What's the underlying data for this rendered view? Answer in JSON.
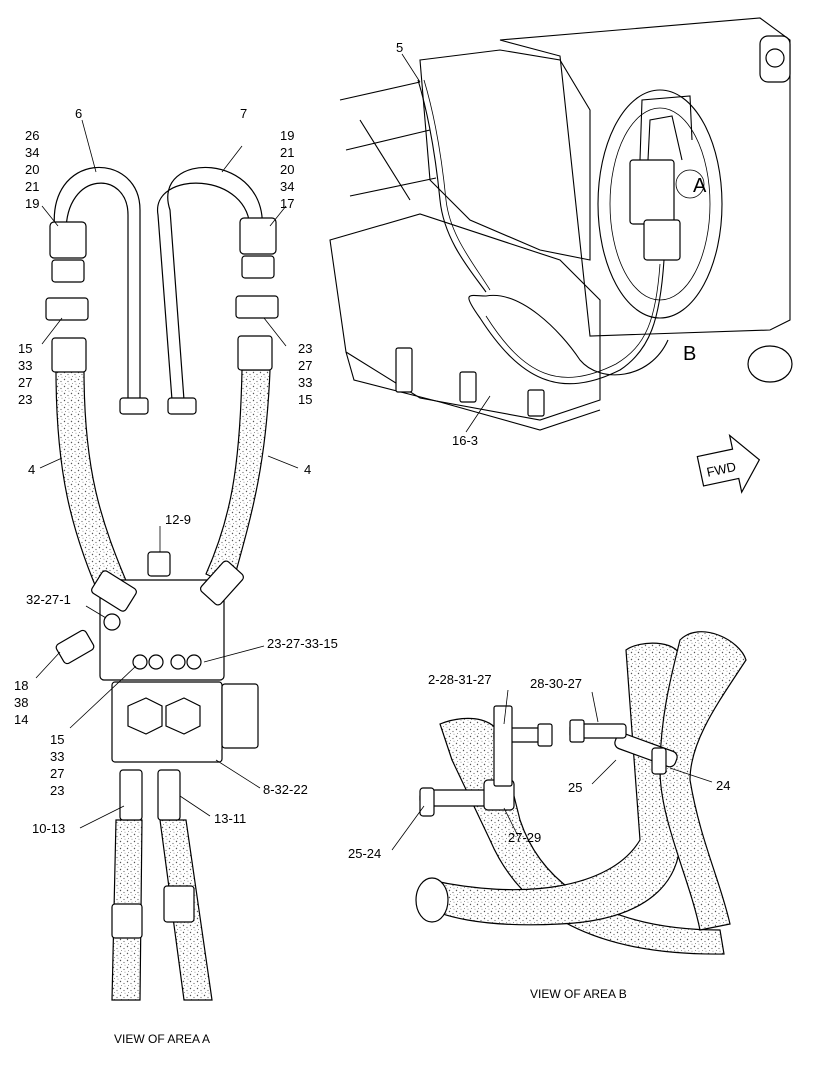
{
  "view_a": {
    "caption": "VIEW OF AREA  A",
    "labels": {
      "l6": "6",
      "l7": "7",
      "l26": "26",
      "l34a": "34",
      "l20a": "20",
      "l21a": "21",
      "l19a": "19",
      "l19b": "19",
      "l21b": "21",
      "l20b": "20",
      "l34b": "34",
      "l17": "17",
      "l15a": "15",
      "l33a": "33",
      "l27a": "27",
      "l23a": "23",
      "l23b": "23",
      "l27b": "27",
      "l33b": "33",
      "l15b": "15",
      "l4a": "4",
      "l4b": "4",
      "l12_9": "12-9",
      "l32_27_1": "32-27-1",
      "l23_27_33_15": "23-27-33-15",
      "l18": "18",
      "l38": "38",
      "l14": "14",
      "l15c": "15",
      "l33c": "33",
      "l27c": "27",
      "l23c": "23",
      "l8_32_22": "8-32-22",
      "l10_13": "10-13",
      "l13_11": "13-11"
    }
  },
  "overview": {
    "labels": {
      "l5": "5",
      "l16_3": "16-3",
      "areaA": "A",
      "areaB": "B",
      "fwd": "FWD"
    }
  },
  "view_b": {
    "caption": "VIEW OF AREA  B",
    "labels": {
      "l2_28_31_27": "2-28-31-27",
      "l28_30_27": "28-30-27",
      "l25a": "25",
      "l24": "24",
      "l27_29": "27-29",
      "l25_24": "25-24"
    }
  }
}
